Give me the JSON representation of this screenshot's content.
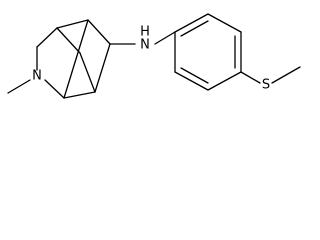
{
  "structure": {
    "atoms": {
      "nitrogen_bridge": "N",
      "nitrogen_amine": "H\nN",
      "amine_n": "N",
      "amine_h": "H",
      "sulfur": "S"
    }
  }
}
